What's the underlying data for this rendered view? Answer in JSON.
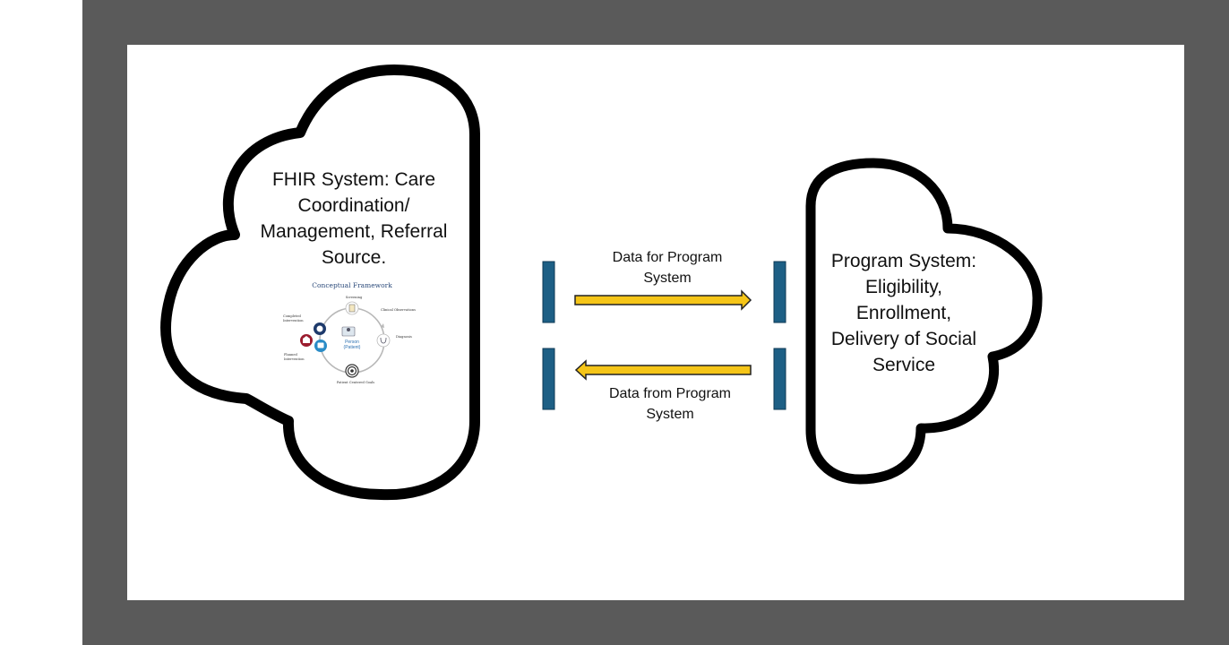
{
  "left_cloud": {
    "title_lines": [
      "FHIR System: Care",
      "Coordination/",
      "Management, Referral",
      "Source."
    ]
  },
  "right_cloud": {
    "title_lines": [
      "Program System:",
      "Eligibility,",
      "Enrollment,",
      "Delivery of Social",
      "Service"
    ]
  },
  "arrows": {
    "to_program": {
      "label_lines": [
        "Data for Program",
        "System"
      ],
      "direction": "right"
    },
    "from_program": {
      "label_lines": [
        "Data from Program",
        "System"
      ],
      "direction": "left"
    }
  },
  "framework": {
    "title": "Conceptual Framework",
    "center_lines": [
      "Person",
      "(Patient)"
    ],
    "labels": {
      "screening": "Screening",
      "clinical": "Clinical Observations",
      "diagnosis": "Diagnosis",
      "goals": "Patient Centered Goals",
      "completed": [
        "Completed",
        "Intervention"
      ],
      "planned": [
        "Planned",
        "Intervention"
      ]
    }
  },
  "colors": {
    "frame": "#5a5a5a",
    "arrow_fill": "#f5c518",
    "interface_bar": "#1d5f85",
    "cloud_outline": "#000000"
  }
}
